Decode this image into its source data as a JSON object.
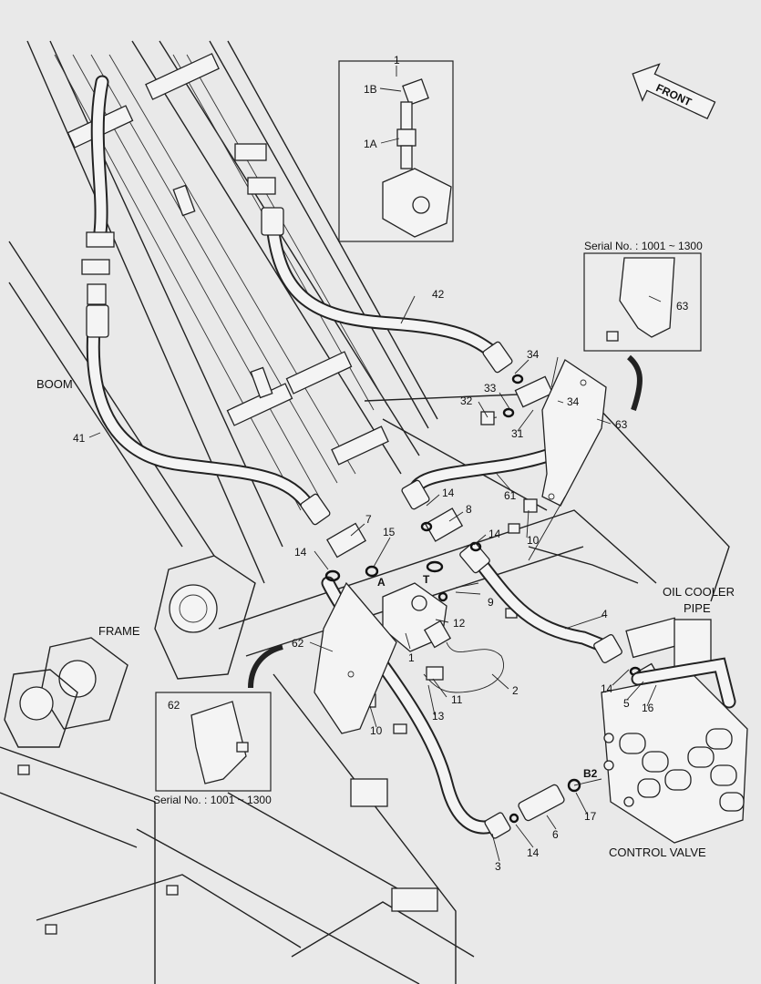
{
  "callouts": {
    "p1": "1",
    "p1b": "1B",
    "p1a": "1A",
    "serial_top": "Serial No. : 1001 ~ 1300",
    "serial_bottom": "Serial No. : 1001 ~ 1300",
    "p63_box": "63",
    "p63": "63",
    "p42": "42",
    "p34a": "34",
    "p34b": "34",
    "p33": "33",
    "p32": "32",
    "p31": "31",
    "p61": "61",
    "p14a": "14",
    "p8": "8",
    "p14b": "14",
    "p10a": "10",
    "p41": "41",
    "p7": "7",
    "p15": "15",
    "p14c": "14",
    "pA": "A",
    "pT": "T",
    "p9": "9",
    "p12": "12",
    "p4": "4",
    "p62": "62",
    "p62_box": "62",
    "p1_lower": "1",
    "p11": "11",
    "p2": "2",
    "p13": "13",
    "p10b": "10",
    "p14d": "14",
    "p5": "5",
    "p16": "16",
    "pB2": "B2",
    "p17": "17",
    "p6": "6",
    "p14e": "14",
    "p3": "3"
  },
  "labels": {
    "boom": "BOOM",
    "frame": "FRAME",
    "front": "FRONT",
    "oil_cooler_line1": "OIL COOLER",
    "oil_cooler_line2": "PIPE",
    "control_valve": "CONTROL VALVE"
  },
  "colors": {
    "background": "#e9e9e9",
    "line": "#222222"
  }
}
